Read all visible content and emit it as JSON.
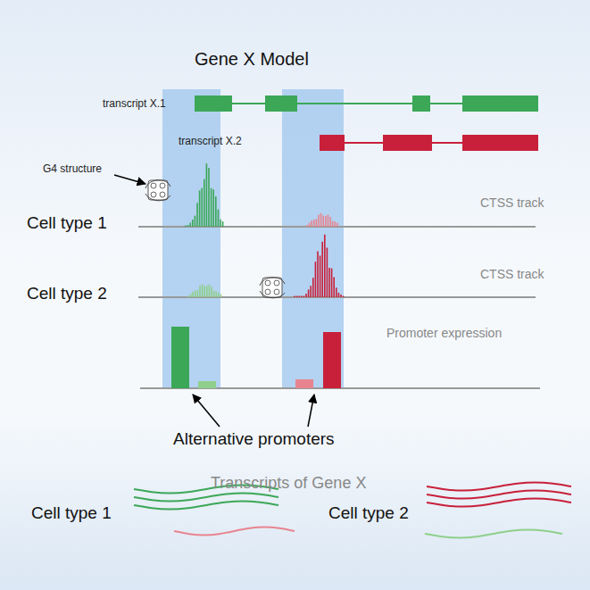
{
  "diagram": {
    "title": "Gene X Model",
    "labels": [
      "transcript X.1",
      "transcript X.2",
      "G4 structure",
      "Cell type 1",
      "CTSS track",
      "Cell type 2",
      "CTSS track",
      "Promoter expression",
      "Alternative promoters",
      "Transcripts of Gene X",
      "Cell type 1",
      "Cell type 2"
    ]
  }
}
